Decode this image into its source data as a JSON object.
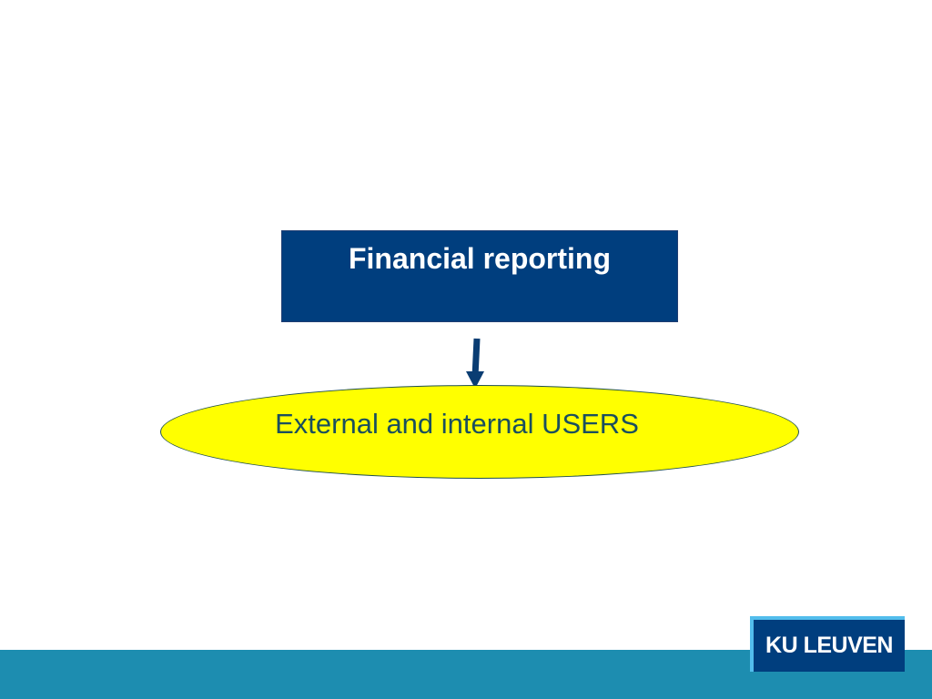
{
  "diagram": {
    "box": {
      "label": "Financial reporting",
      "fill_color": "#003e7e",
      "text_color": "#ffffff"
    },
    "connector": {
      "from": "Financial reporting",
      "to": "External and internal USERS",
      "color": "#0a3d73"
    },
    "ellipse": {
      "label": "External and internal USERS",
      "fill_color": "#ffff00",
      "text_color": "#1a4f5e"
    }
  },
  "footer": {
    "band_color": "#1d8db0"
  },
  "logo": {
    "text": "KU LEUVEN",
    "fill_color": "#003e7e",
    "accent_color": "#52bdec"
  }
}
